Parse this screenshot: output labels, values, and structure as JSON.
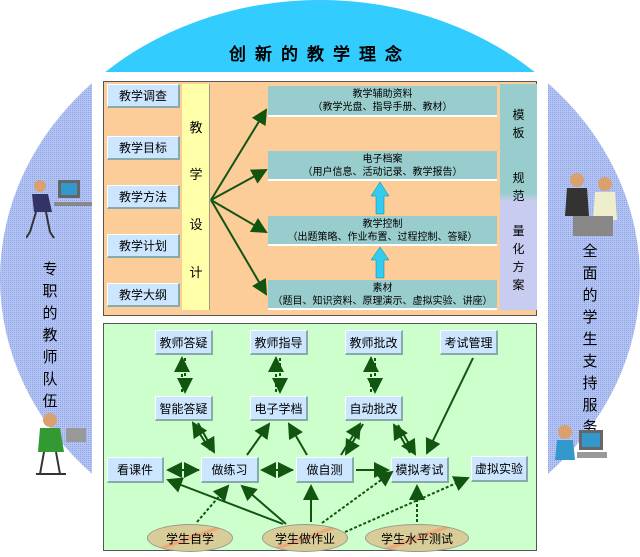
{
  "title": "创新的教学理念",
  "left_side": "专职的教师队伍",
  "right_side": "全面的学生支持服务",
  "design": {
    "left_items": [
      "教学调查",
      "教学目标",
      "教学方法",
      "教学计划",
      "教学大纲"
    ],
    "center_chars": [
      "教",
      "学",
      "设",
      "计"
    ],
    "resources": [
      {
        "title": "教学辅助资料",
        "detail": "（教学光盘、指导手册、教材）"
      },
      {
        "title": "电子档案",
        "detail": "（用户信息、活动记录、教学报告）"
      },
      {
        "title": "教学控制",
        "detail": "（出题策略、作业布置、过程控制、答疑）"
      },
      {
        "title": "素材",
        "detail": "（题目、知识资料、原理演示、虚拟实验、讲座）"
      }
    ],
    "right_chars": [
      "模",
      "板",
      "规",
      "范",
      "量",
      "化",
      "方",
      "案"
    ]
  },
  "support": {
    "teacher": [
      "教师答疑",
      "教师指导",
      "教师批改",
      "考试管理"
    ],
    "system": [
      "智能答疑",
      "电子学档",
      "自动批改"
    ],
    "activities": [
      "看课件",
      "做练习",
      "做自测",
      "模拟考试",
      "虚拟实验"
    ],
    "students": [
      "学生自学",
      "学生做作业",
      "学生水平测试"
    ]
  },
  "colors": {
    "cap": "#33ccff",
    "side": "#aabbee",
    "design_bg": "#fccc99",
    "support_bg": "#ccffcc",
    "arrow": "#115511"
  }
}
